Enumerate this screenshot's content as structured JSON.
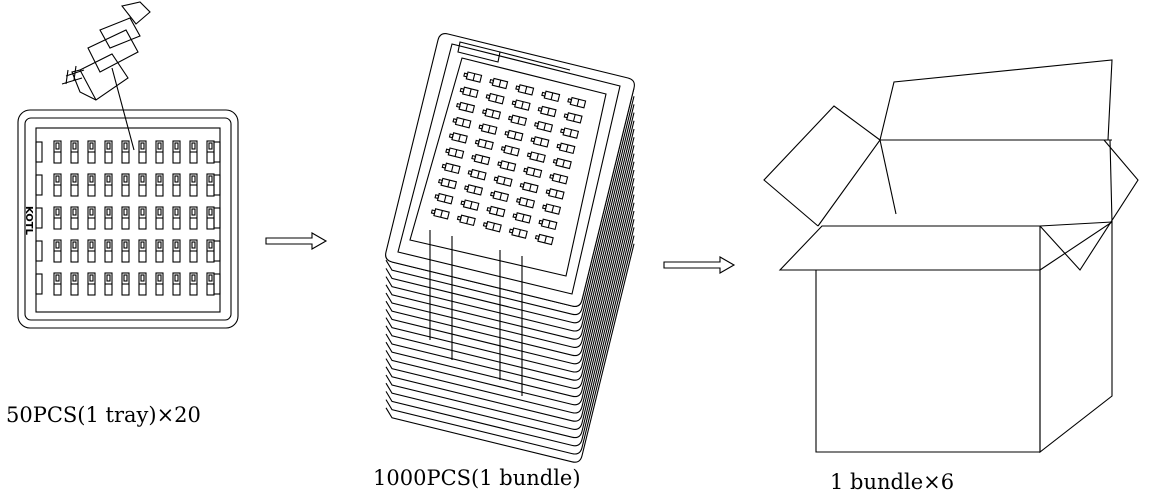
{
  "diagram": {
    "tray_mark": "KOTL",
    "tray_grid": {
      "rows": 5,
      "cols": 10
    },
    "stack_layers": 20,
    "captions": {
      "step1": "50PCS(1 tray)×20",
      "step2": "1000PCS(1 bundle)",
      "step3": "1 bundle×6"
    }
  }
}
